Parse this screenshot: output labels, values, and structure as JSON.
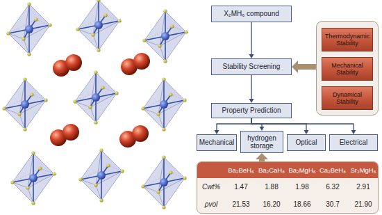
{
  "diagram": {
    "nodes": [
      {
        "text": [
          "X₂MH₆ compound"
        ]
      },
      {
        "text": []
      },
      {
        "text": [
          "Thermodynamic Stability"
        ],
        "in": 1
      },
      {
        "text": [
          "Mechanical Stability"
        ],
        "in": 1
      },
      {
        "text": [
          "Dynamical Stability"
        ],
        "in": 1
      },
      {
        "text": [
          "Stability Screening"
        ]
      },
      {
        "text": [
          "Property Prediction"
        ]
      },
      {
        "text": [
          "Mechanical"
        ]
      },
      {
        "text": [
          "hydrogen storage"
        ]
      },
      {
        "text": [
          "Optical"
        ]
      },
      {
        "text": [
          "Electrical"
        ]
      },
      {
        "text": []
      }
    ],
    "edges": [
      {
        "from": 0,
        "to": 5,
        "arrow": "to"
      },
      {
        "from": 1,
        "to": 5,
        "arrow": "to"
      },
      {
        "from": 5,
        "to": 6,
        "arrow": "to"
      },
      {
        "from": 6,
        "to": 7,
        "arrow": "to"
      },
      {
        "from": 6,
        "to": 8,
        "arrow": "to"
      },
      {
        "from": 6,
        "to": 9,
        "arrow": "to"
      },
      {
        "from": 6,
        "to": 10,
        "arrow": "to"
      },
      {
        "from": 11,
        "to": 8,
        "arrow": "to"
      }
    ],
    "labels": [
      "Ba₂BeH₆",
      "Ba₂CaH₆",
      "Ba₂MgH₆",
      "Ca₂BeH₆",
      "Sr₂MgH₆",
      "Cwt%",
      "1.47",
      "1.88",
      "1.98",
      "6.32",
      "2.91",
      "ρvol",
      "21.53",
      "16.20",
      "18.66",
      "30.7",
      "21.90"
    ]
  }
}
